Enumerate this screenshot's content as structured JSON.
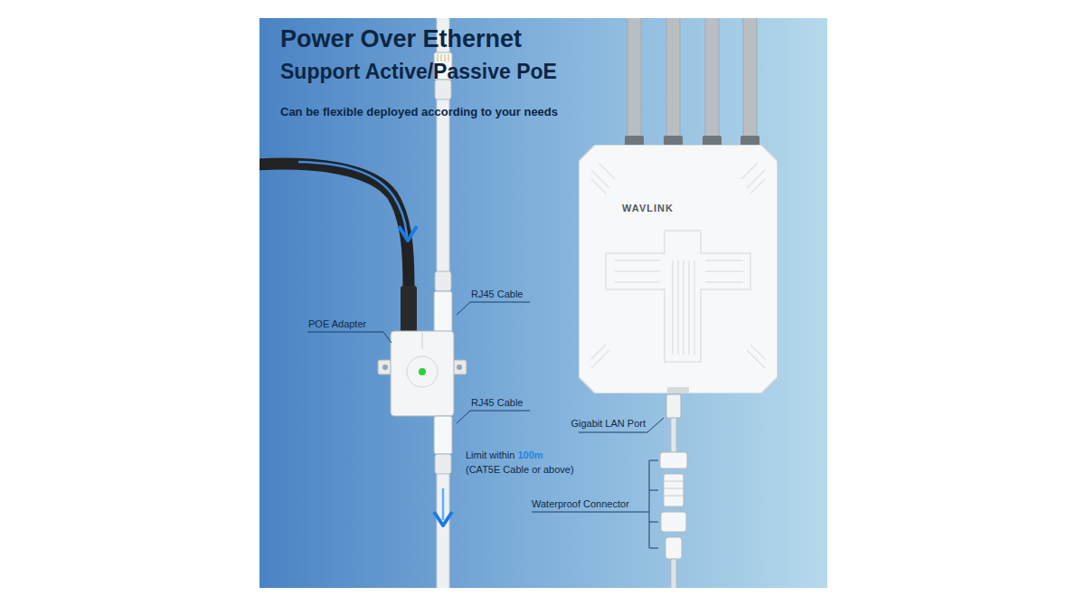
{
  "diagram": {
    "title": "Power Over Ethernet",
    "nodes": [
      {
        "text": [
          "WAVLINK"
        ]
      }
    ],
    "labels": [
      "Support Active/Passive PoE",
      "Can be flexible deployed according to your needs",
      "RJ45 Cable",
      "POE Adapter",
      "RJ45 Cable",
      "Limit within",
      "100m",
      "(CAT5E Cable or above)",
      "Gigabit LAN Port",
      "Waterproof Connector"
    ]
  }
}
